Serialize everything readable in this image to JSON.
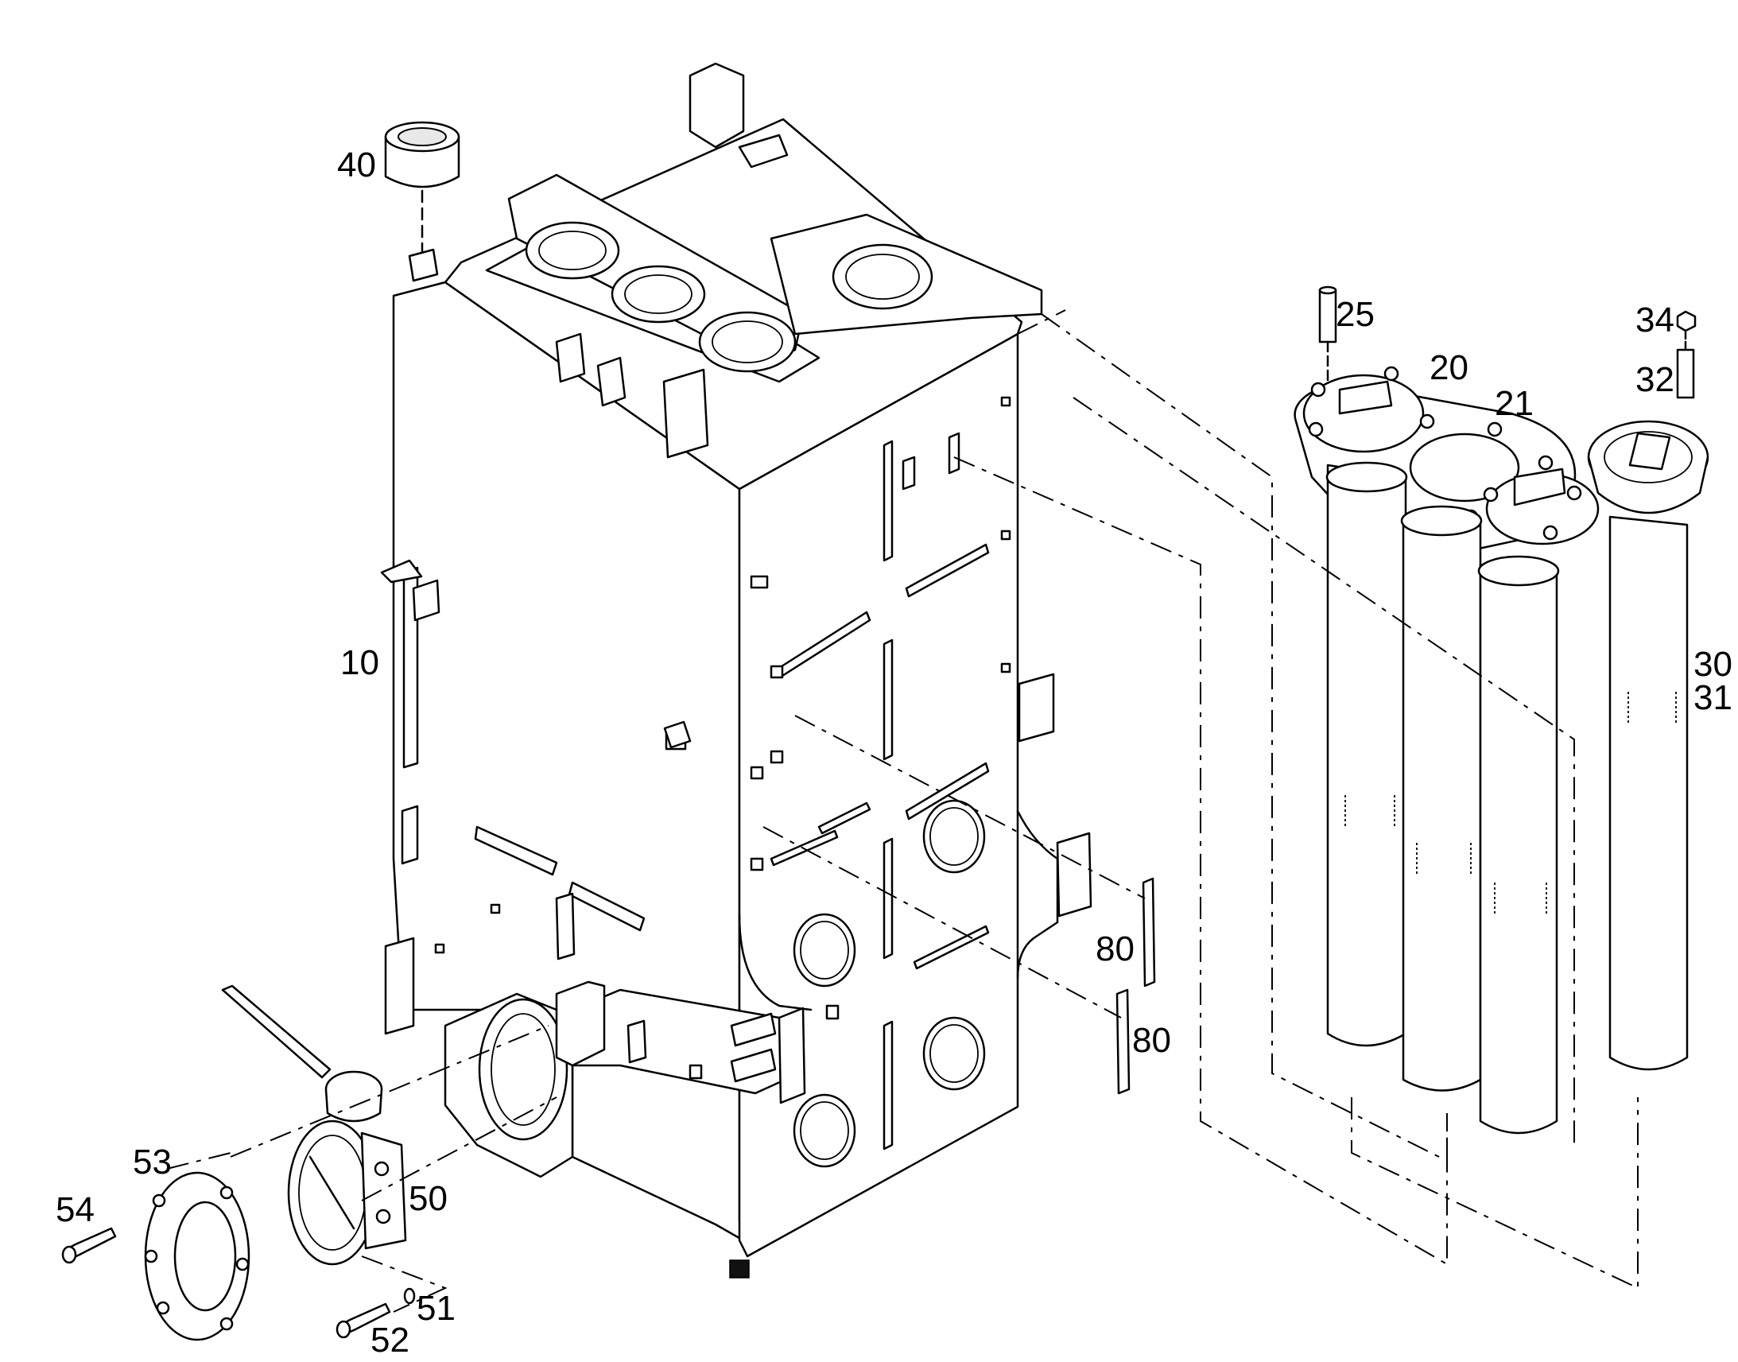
{
  "diagram": {
    "callouts": [
      {
        "id": "c40",
        "text": "40"
      },
      {
        "id": "c10",
        "text": "10"
      },
      {
        "id": "c25",
        "text": "25"
      },
      {
        "id": "c20",
        "text": "20"
      },
      {
        "id": "c21",
        "text": "21"
      },
      {
        "id": "c34",
        "text": "34"
      },
      {
        "id": "c32",
        "text": "32"
      },
      {
        "id": "c30",
        "text": "30"
      },
      {
        "id": "c31",
        "text": "31"
      },
      {
        "id": "c80a",
        "text": "80"
      },
      {
        "id": "c80b",
        "text": "80"
      },
      {
        "id": "c53",
        "text": "53"
      },
      {
        "id": "c54",
        "text": "54"
      },
      {
        "id": "c50",
        "text": "50"
      },
      {
        "id": "c51",
        "text": "51"
      },
      {
        "id": "c52",
        "text": "52"
      }
    ]
  }
}
